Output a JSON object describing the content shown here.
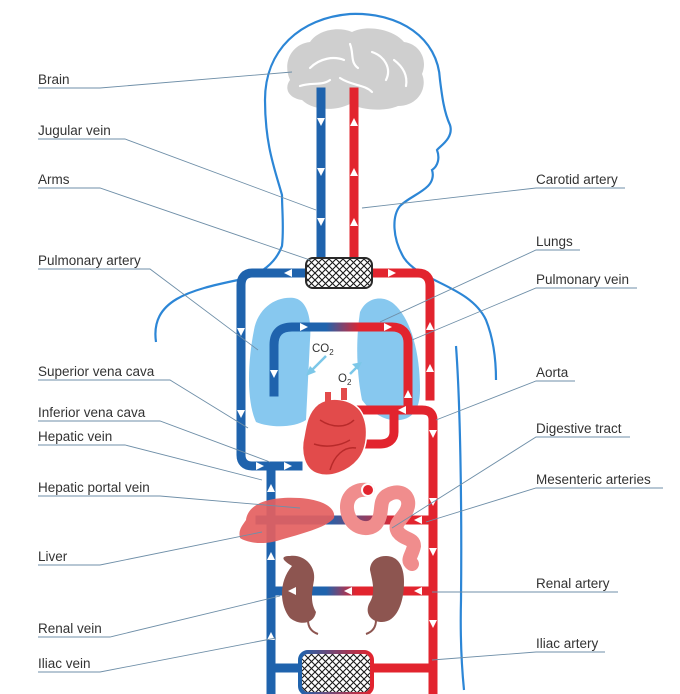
{
  "labels": {
    "brain": "Brain",
    "jugular_vein": "Jugular vein",
    "arms": "Arms",
    "pulmonary_artery": "Pulmonary artery",
    "superior_vena_cava": "Superior vena cava",
    "inferior_vena_cava": "Inferior vena cava",
    "hepatic_vein": "Hepatic vein",
    "hepatic_portal_vein": "Hepatic portal vein",
    "liver": "Liver",
    "renal_vein": "Renal vein",
    "iliac_vein": "Iliac vein",
    "carotid_artery": "Carotid artery",
    "lungs": "Lungs",
    "pulmonary_vein": "Pulmonary vein",
    "aorta": "Aorta",
    "digestive_tract": "Digestive tract",
    "mesenteric_arteries": "Mesenteric arteries",
    "renal_artery": "Renal artery",
    "iliac_artery": "Iliac artery"
  },
  "gases": {
    "co2_main": "CO",
    "co2_sub": "2",
    "o2_main": "O",
    "o2_sub": "2"
  },
  "colors": {
    "vein": "#1f63ad",
    "artery": "#e2242e",
    "outline": "#2c86d6",
    "lung": "#87c8ef",
    "brain": "#cfcfcf",
    "heart": "#e24b4b",
    "liver": "#e46060",
    "kidney": "#8d5550",
    "intestine": "#f08d8d"
  }
}
